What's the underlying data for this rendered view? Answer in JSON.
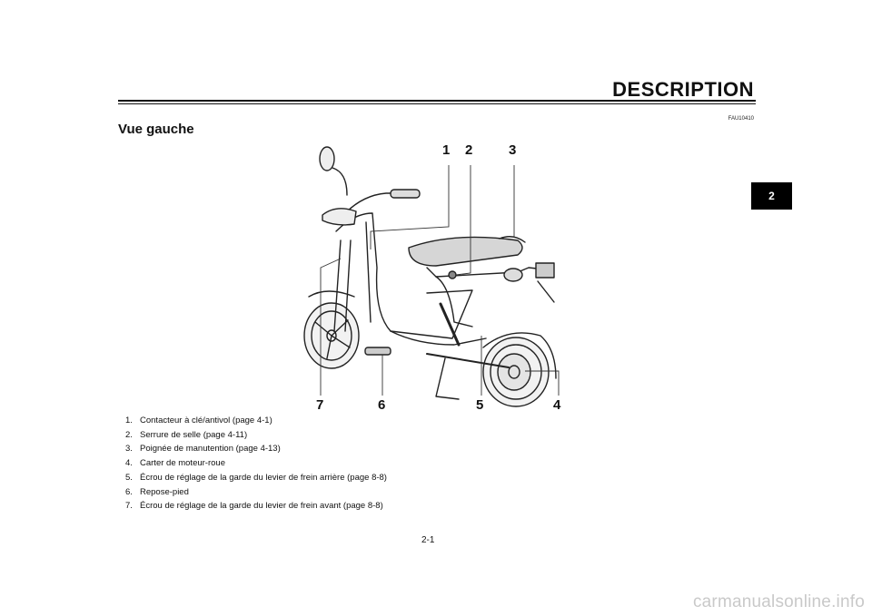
{
  "header": {
    "title": "DESCRIPTION"
  },
  "doc_code": "FAU10410",
  "section_title": "Vue gauche",
  "chapter_tab": "2",
  "figure": {
    "callouts": [
      "1",
      "2",
      "3",
      "4",
      "5",
      "6",
      "7"
    ]
  },
  "legend": [
    {
      "num": "1.",
      "text": "Contacteur à clé/antivol (page 4-1)"
    },
    {
      "num": "2.",
      "text": "Serrure de selle (page 4-11)"
    },
    {
      "num": "3.",
      "text": "Poignée de manutention (page 4-13)"
    },
    {
      "num": "4.",
      "text": "Carter de moteur-roue"
    },
    {
      "num": "5.",
      "text": "Écrou de réglage de la garde du levier de frein arrière (page 8-8)"
    },
    {
      "num": "6.",
      "text": "Repose-pied"
    },
    {
      "num": "7.",
      "text": "Écrou de réglage de la garde du levier de frein avant (page 8-8)"
    }
  ],
  "page_number": "2-1",
  "watermark": "carmanualsonline.info"
}
